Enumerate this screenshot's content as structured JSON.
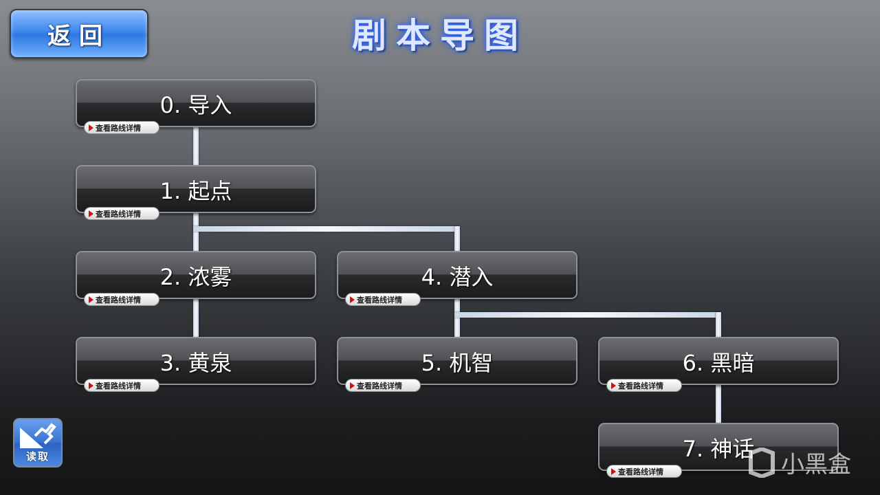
{
  "header": {
    "back_label": "返回",
    "title": "剧本导图"
  },
  "nodes": [
    {
      "label": "0. 导入",
      "detail": "查看路线详情"
    },
    {
      "label": "1. 起点",
      "detail": "查看路线详情"
    },
    {
      "label": "2. 浓雾",
      "detail": "查看路线详情"
    },
    {
      "label": "3. 黄泉",
      "detail": "查看路线详情"
    },
    {
      "label": "4. 潜入",
      "detail": "查看路线详情"
    },
    {
      "label": "5. 机智",
      "detail": "查看路线详情"
    },
    {
      "label": "6. 黑暗",
      "detail": "查看路线详情"
    },
    {
      "label": "7. 神话",
      "detail": "查看路线详情"
    }
  ],
  "load_button": {
    "label": "读取",
    "icon": "load-icon"
  },
  "watermark": "小黑盒"
}
